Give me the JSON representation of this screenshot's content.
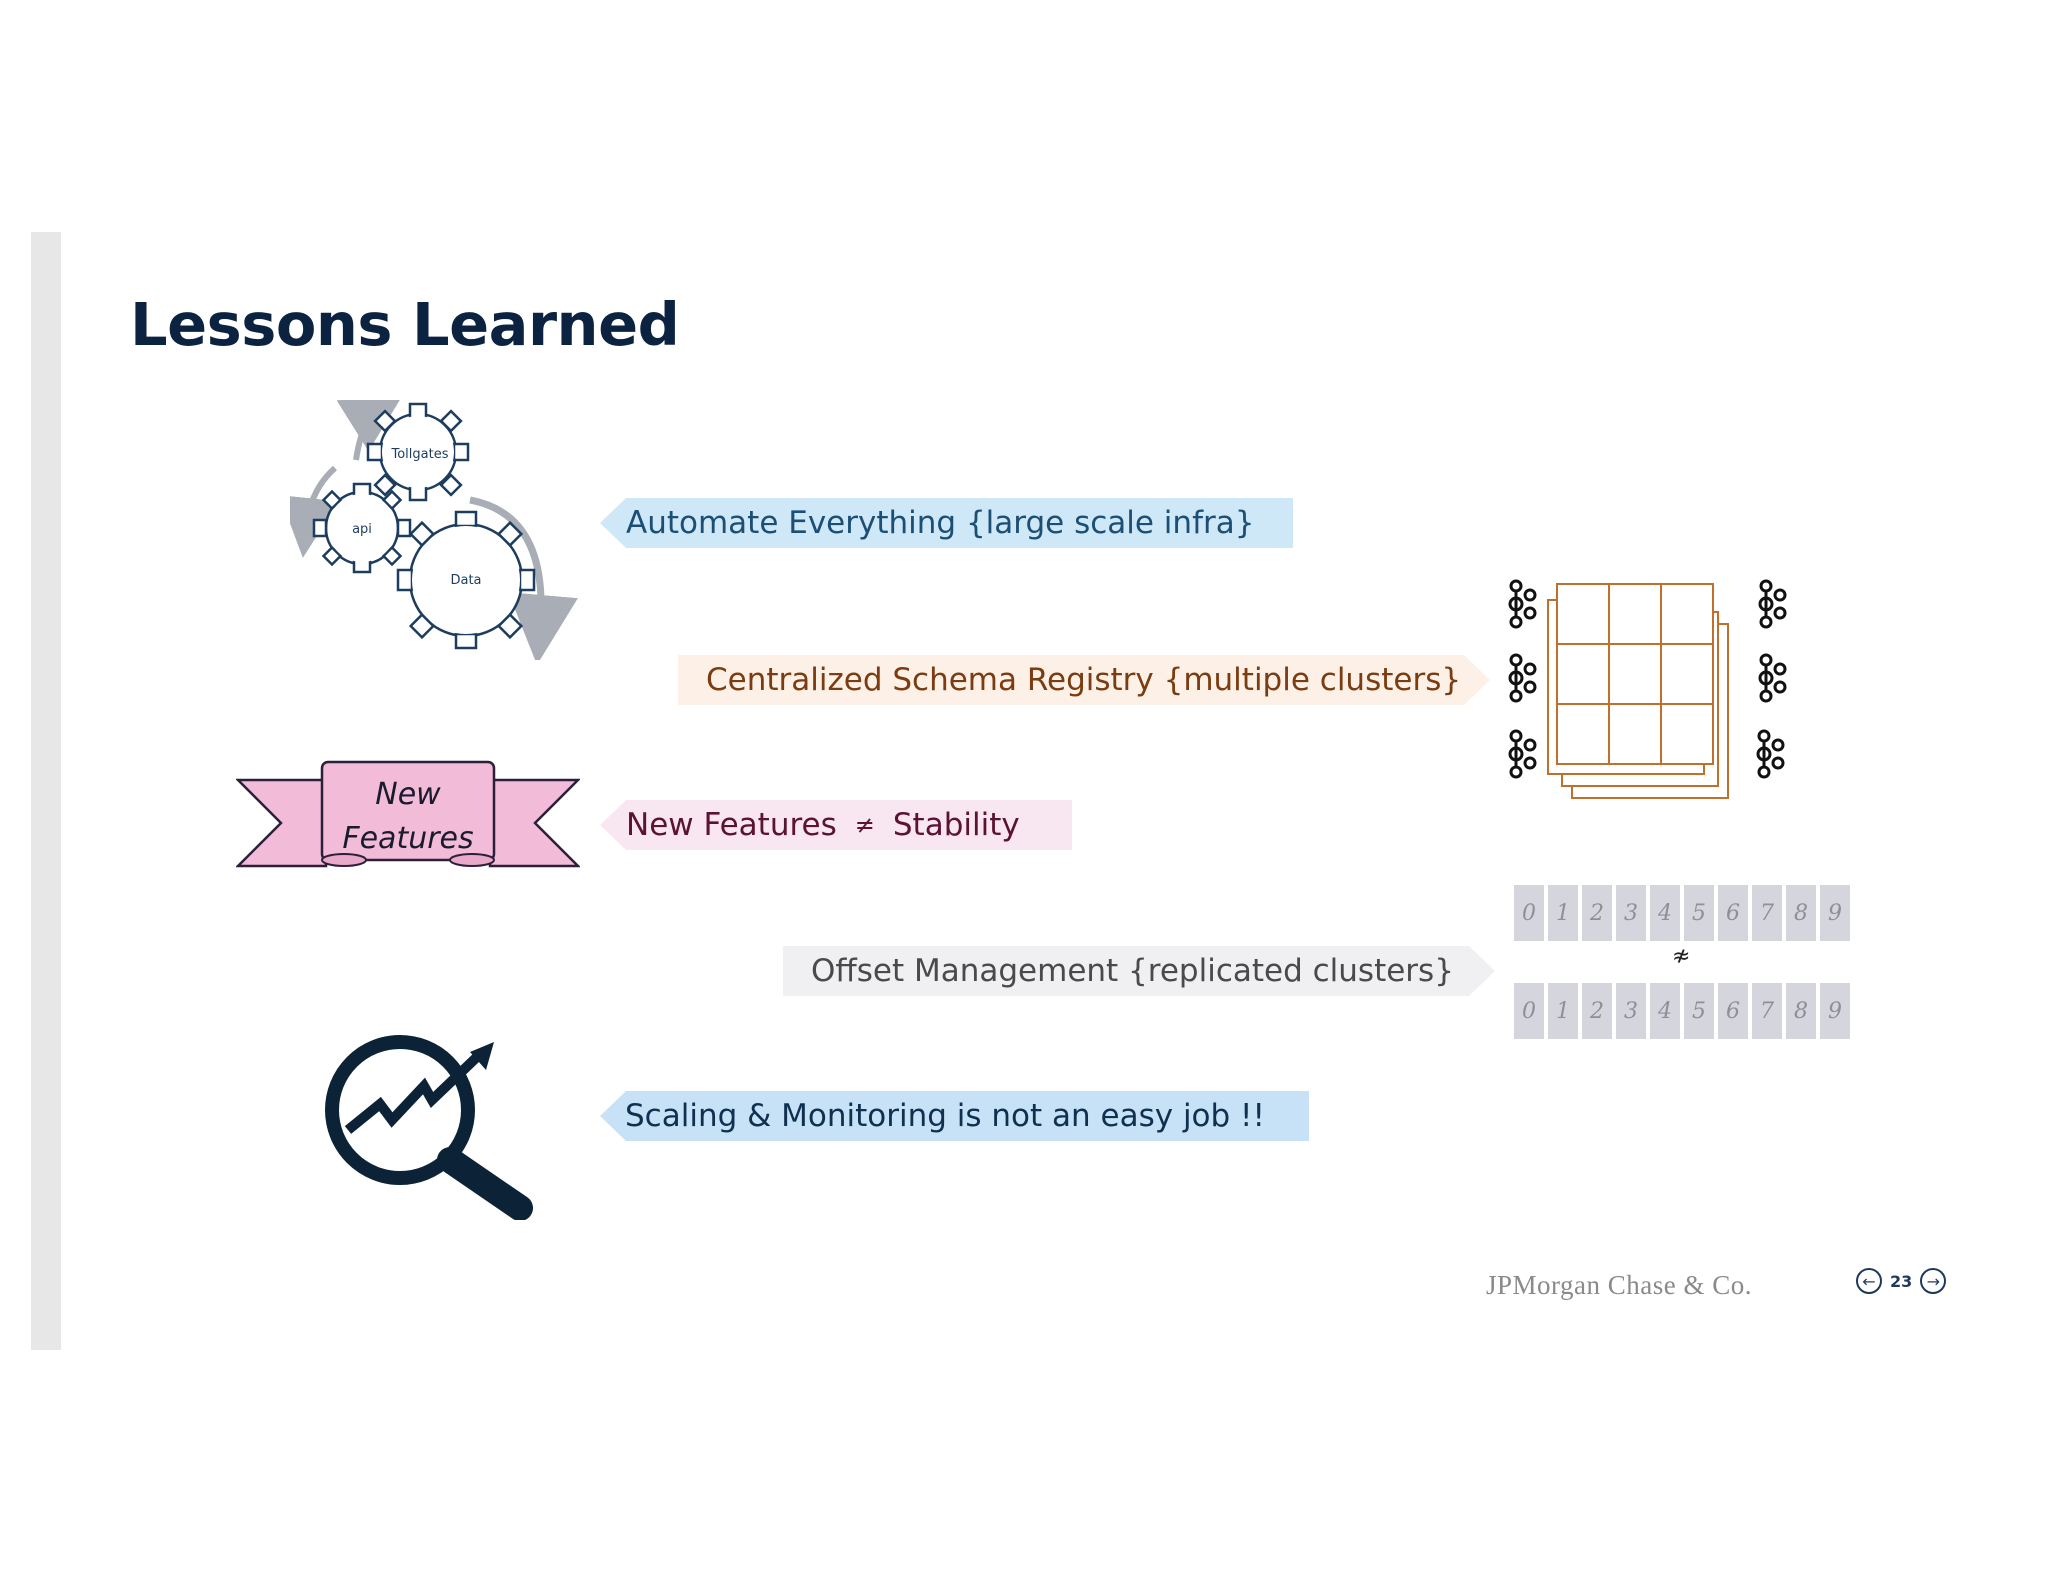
{
  "slide": {
    "title": "Lessons Learned",
    "page_number": "23"
  },
  "gears": {
    "labels": [
      "Tollgates",
      "api",
      "Data"
    ]
  },
  "ribbon": {
    "line1": "New",
    "line2": "Features"
  },
  "lessons": [
    {
      "text": "Automate Everything {large scale infra}"
    },
    {
      "text": "Centralized Schema Registry {multiple clusters}"
    },
    {
      "left": "New Features",
      "symbol": "≠",
      "right": "Stability"
    },
    {
      "text": "Offset Management {replicated clusters}"
    },
    {
      "text": "Scaling & Monitoring is not an easy job !!"
    }
  ],
  "offsets": {
    "row1": [
      "0",
      "1",
      "2",
      "3",
      "4",
      "5",
      "6",
      "7",
      "8",
      "9"
    ],
    "row2": [
      "0",
      "1",
      "2",
      "3",
      "4",
      "5",
      "6",
      "7",
      "8",
      "9"
    ],
    "between_symbol": "≉"
  },
  "footer": {
    "logo": "JPMorgan Chase & Co."
  },
  "icons": [
    "gears-icon",
    "ribbon-banner-icon",
    "kafka-icon",
    "registry-grid-icon",
    "growth-magnifier-icon",
    "arrow-left-icon",
    "arrow-right-icon"
  ],
  "colors": {
    "title": "#0b2340",
    "blue_tag": "#cfe8f8",
    "orange_tag": "#fdf1e7",
    "pink_tag": "#f8e7f1",
    "gray_tag": "#f0eff1",
    "grid_orange": "#c0702c",
    "ribbon_pink": "#f2bcd9"
  }
}
